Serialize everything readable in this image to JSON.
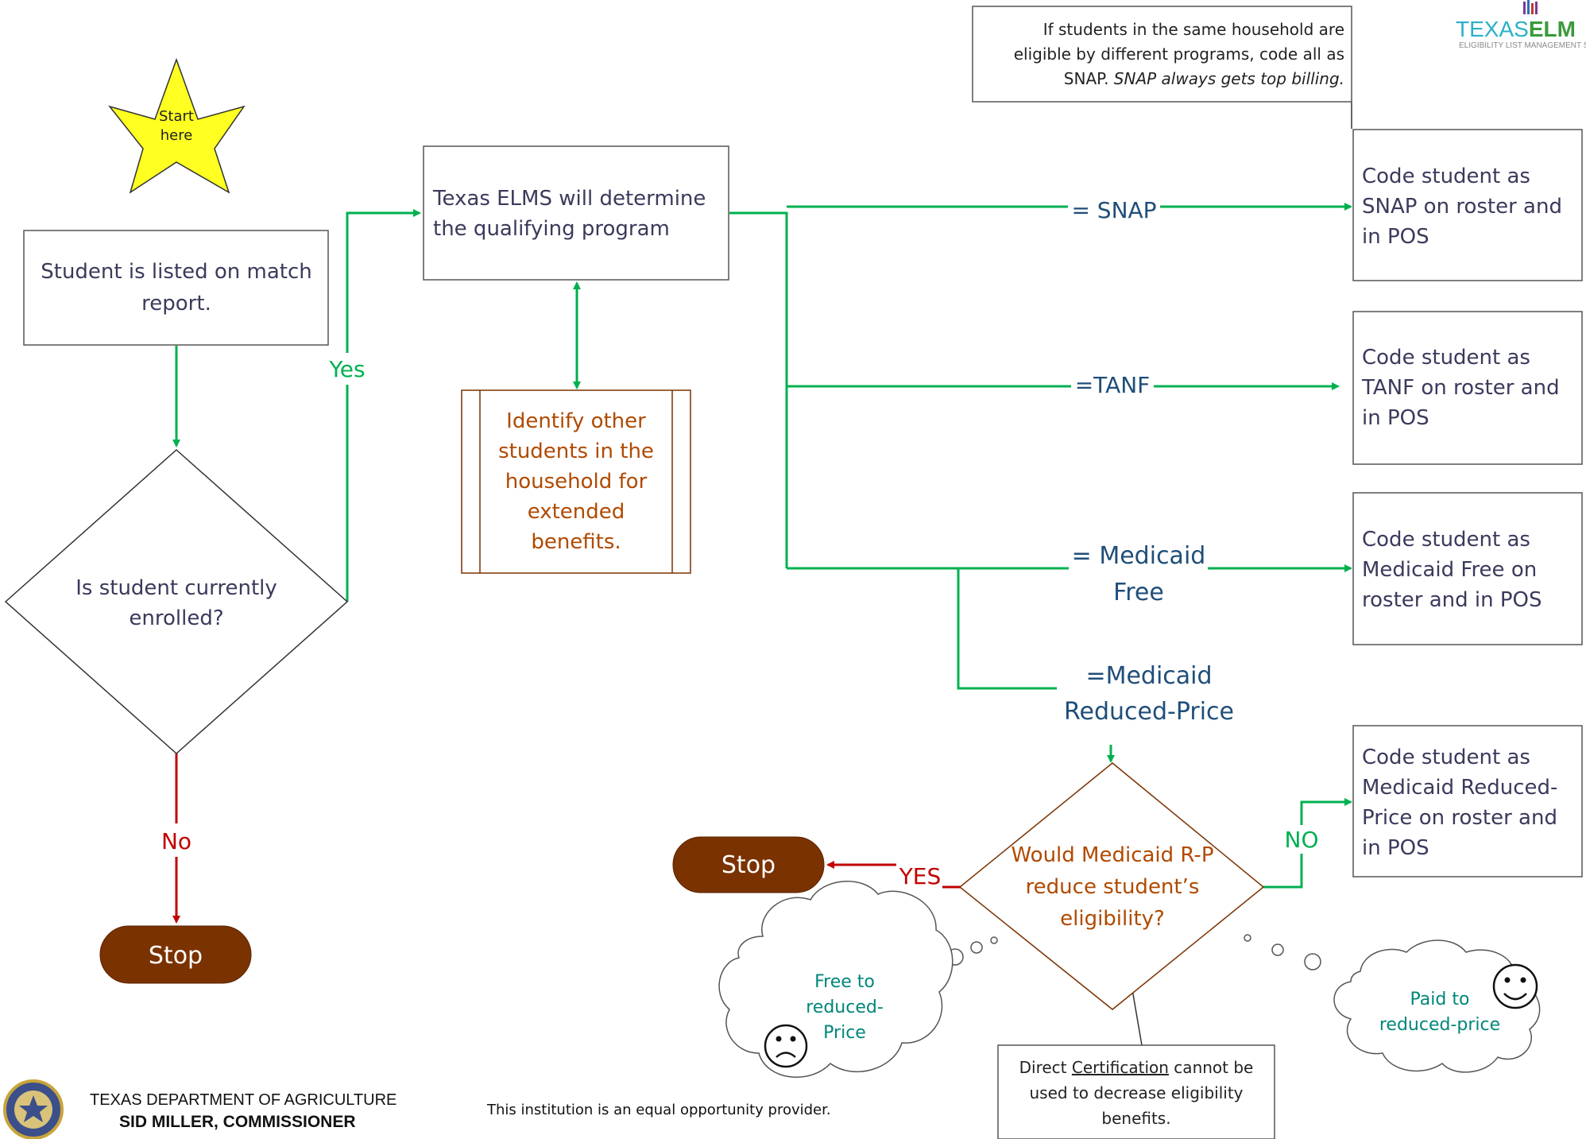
{
  "start_star": {
    "label_line1": "Start",
    "label_line2": "here"
  },
  "note_top": {
    "line1": "If students in the same household are",
    "line2": "eligible by different programs, code all as",
    "line3_normal": "SNAP. ",
    "line3_italic": "SNAP always gets top billing."
  },
  "logo": {
    "text_light": "TEXAS",
    "text_bold": "ELM",
    "subtitle": "ELIGIBILITY LIST MANAGEMENT SYS"
  },
  "match_report": {
    "line1": "Student is listed on match",
    "line2": "report."
  },
  "enrolled_decision": {
    "line1": "Is student currently",
    "line2": "enrolled?"
  },
  "edge_yes": "Yes",
  "edge_no": "No",
  "stop_left": "Stop",
  "determine": {
    "line1": "Texas ELMS will determine",
    "line2": "the qualifying program"
  },
  "identify": {
    "line1": "Identify other",
    "line2": "students in the",
    "line3": "household for",
    "line4": "extended",
    "line5": "benefits."
  },
  "branch_snap": "= SNAP",
  "branch_tanf": "=TANF",
  "branch_medicaid_free": {
    "line1": "= Medicaid",
    "line2": "Free"
  },
  "branch_medicaid_rp": {
    "line1": "=Medicaid",
    "line2": "Reduced-Price"
  },
  "out_snap": {
    "line1": "Code student as",
    "line2": "SNAP on roster and",
    "line3": "in POS"
  },
  "out_tanf": {
    "line1": "Code student as",
    "line2": "TANF on roster and",
    "line3": "in POS"
  },
  "out_medicaid_free": {
    "line1": "Code student as",
    "line2": "Medicaid Free on",
    "line3": "roster and in POS"
  },
  "out_medicaid_rp": {
    "line1": "Code student as",
    "line2": "Medicaid Reduced-",
    "line3": "Price on roster and",
    "line4": "in POS"
  },
  "rp_decision": {
    "line1": "Would Medicaid R-P",
    "line2": "reduce student’s",
    "line3": "eligibility?"
  },
  "edge_yes_caps": "YES",
  "edge_no_caps": "NO",
  "stop_right": "Stop",
  "thought_sad": {
    "line1": "Free to",
    "line2": "reduced-",
    "line3": "Price"
  },
  "thought_happy": {
    "line1": "Paid to",
    "line2": "reduced-price"
  },
  "direct_cert": {
    "line1_pre": "Direct ",
    "line1_underline": "Certification",
    "line1_post": " cannot be",
    "line2": "used to decrease eligibility",
    "line3": "benefits."
  },
  "footer": {
    "agency": "TEXAS DEPARTMENT OF AGRICULTURE",
    "commissioner": "SID MILLER, COMMISSIONER",
    "equal_opportunity": "This institution is an equal opportunity provider."
  },
  "colors": {
    "green": "#00b050",
    "red": "#c00000",
    "brown": "#7a3200",
    "brown_text": "#b04a00",
    "navy_text": "#3a3a5c",
    "teal_text": "#1f4e79",
    "thought_text": "#00867a",
    "star_fill": "#ffff22"
  }
}
